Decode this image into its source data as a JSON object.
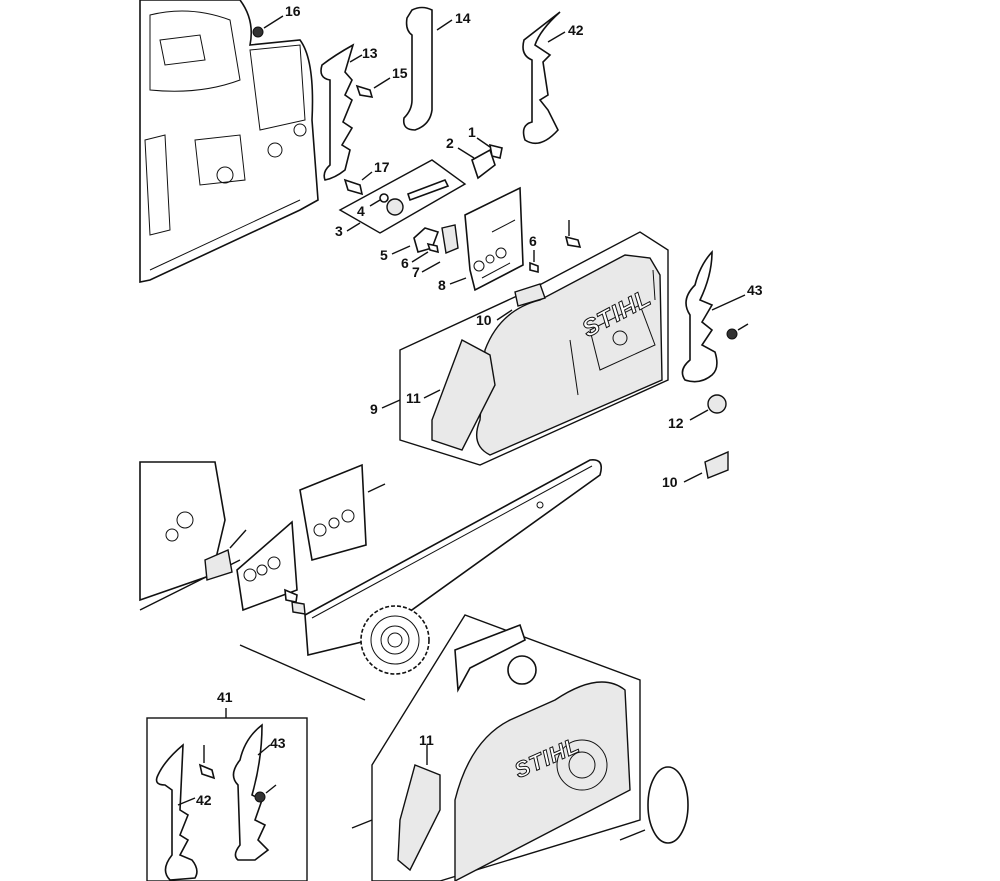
{
  "diagram": {
    "title": "Chainsaw sprocket cover / chain tensioner exploded parts diagram",
    "brand_marks": [
      "STIHL",
      "STIHL"
    ],
    "part_labels": [
      {
        "id": "16",
        "text": "16"
      },
      {
        "id": "14",
        "text": "14"
      },
      {
        "id": "42a",
        "text": "42"
      },
      {
        "id": "13",
        "text": "13"
      },
      {
        "id": "15",
        "text": "15"
      },
      {
        "id": "1",
        "text": "1"
      },
      {
        "id": "2",
        "text": "2"
      },
      {
        "id": "17",
        "text": "17"
      },
      {
        "id": "4",
        "text": "4"
      },
      {
        "id": "3",
        "text": "3"
      },
      {
        "id": "5",
        "text": "5"
      },
      {
        "id": "6a",
        "text": "6"
      },
      {
        "id": "7",
        "text": "7"
      },
      {
        "id": "6b",
        "text": "6"
      },
      {
        "id": "8",
        "text": "8"
      },
      {
        "id": "10a",
        "text": "10"
      },
      {
        "id": "43a",
        "text": "43"
      },
      {
        "id": "9",
        "text": "9"
      },
      {
        "id": "11a",
        "text": "11"
      },
      {
        "id": "12",
        "text": "12"
      },
      {
        "id": "10b",
        "text": "10"
      },
      {
        "id": "41",
        "text": "41"
      },
      {
        "id": "43b",
        "text": "43"
      },
      {
        "id": "42b",
        "text": "42"
      },
      {
        "id": "11b",
        "text": "11"
      }
    ]
  }
}
